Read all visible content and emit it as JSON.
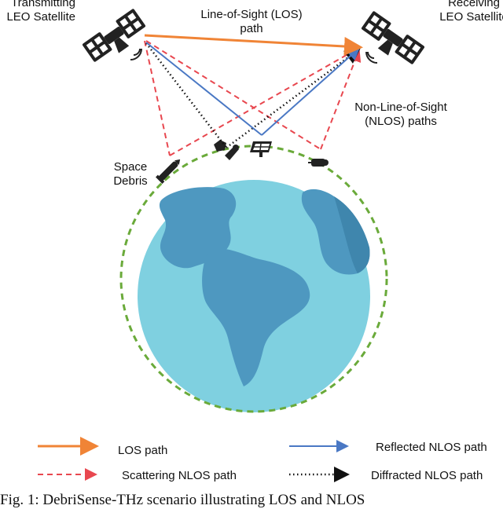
{
  "transmitter": {
    "line1": "Transmitting",
    "line2": "LEO Satellite"
  },
  "receiver": {
    "line1": "Receiving",
    "line2": "LEO Satellite"
  },
  "los_label": {
    "line1": "Line-of-Sight (LOS)",
    "line2": "path"
  },
  "nlos_label": {
    "line1": "Non-Line-of-Sight",
    "line2": "(NLOS) paths"
  },
  "debris_label": {
    "line1": "Space",
    "line2": "Debris"
  },
  "legend": {
    "los": "LOS path",
    "scattering": "Scattering NLOS path",
    "reflected": "Reflected NLOS path",
    "diffracted": "Diffracted NLOS path"
  },
  "caption": "Fig. 1: DebriSense-THz scenario illustrating LOS and NLOS",
  "colors": {
    "los": "#f08436",
    "scattering": "#e8474f",
    "reflected": "#4a78c4",
    "diffracted": "#111111",
    "orbit": "#6aaa3a",
    "ocean": "#7fd0e0",
    "land": "#4e98c0"
  }
}
